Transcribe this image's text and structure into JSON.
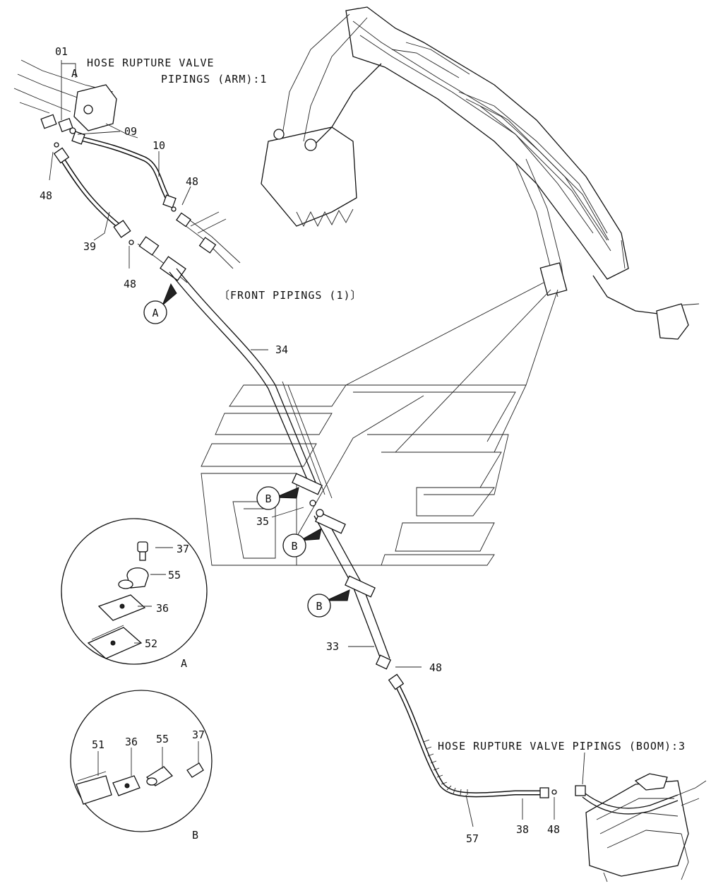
{
  "captions": {
    "arm_title_1": "HOSE RUPTURE VALVE",
    "arm_title_2": "PIPINGS (ARM):1",
    "front_pipings": "〔FRONT PIPINGS (1)〕",
    "boom_title": "HOSE RUPTURE VALVE PIPINGS (BOOM):3"
  },
  "callouts": {
    "A_main": "A",
    "A_top": "A",
    "B_1": "B",
    "B_2": "B",
    "B_3": "B",
    "detail_A": "A",
    "detail_B": "B"
  },
  "part_labels": {
    "p01": "01",
    "p09": "09",
    "p10": "10",
    "p48_a": "48",
    "p48_b": "48",
    "p48_c": "48",
    "p48_d": "48",
    "p48_e": "48",
    "p39": "39",
    "p34": "34",
    "p35": "35",
    "p33": "33",
    "p57": "57",
    "p38": "38",
    "detA_37": "37",
    "detA_55": "55",
    "detA_36": "36",
    "detA_52": "52",
    "detB_51": "51",
    "detB_36": "36",
    "detB_55": "55",
    "detB_37": "37"
  }
}
